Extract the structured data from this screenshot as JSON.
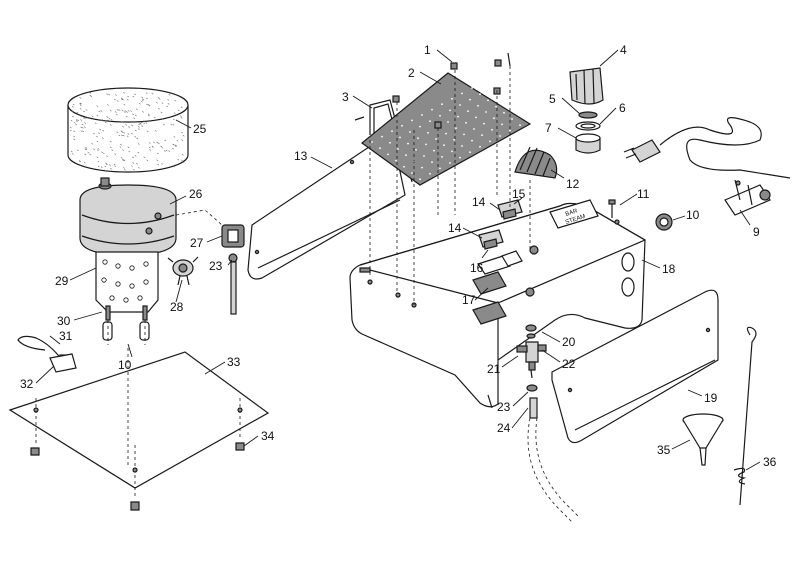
{
  "callouts": [
    {
      "id": "c1",
      "text": "1"
    },
    {
      "id": "c2",
      "text": "2"
    },
    {
      "id": "c3",
      "text": "3"
    },
    {
      "id": "c4",
      "text": "4"
    },
    {
      "id": "c5",
      "text": "5"
    },
    {
      "id": "c6",
      "text": "6"
    },
    {
      "id": "c7",
      "text": "7"
    },
    {
      "id": "c9",
      "text": "9"
    },
    {
      "id": "c10a",
      "text": "10"
    },
    {
      "id": "c10b",
      "text": "10"
    },
    {
      "id": "c11",
      "text": "11"
    },
    {
      "id": "c12",
      "text": "12"
    },
    {
      "id": "c13",
      "text": "13"
    },
    {
      "id": "c14a",
      "text": "14"
    },
    {
      "id": "c14b",
      "text": "14"
    },
    {
      "id": "c15",
      "text": "15"
    },
    {
      "id": "c16",
      "text": "16"
    },
    {
      "id": "c17",
      "text": "17"
    },
    {
      "id": "c18",
      "text": "18"
    },
    {
      "id": "c19",
      "text": "19"
    },
    {
      "id": "c20",
      "text": "20"
    },
    {
      "id": "c21",
      "text": "21"
    },
    {
      "id": "c22",
      "text": "22"
    },
    {
      "id": "c23a",
      "text": "23"
    },
    {
      "id": "c23b",
      "text": "23"
    },
    {
      "id": "c24",
      "text": "24"
    },
    {
      "id": "c25",
      "text": "25"
    },
    {
      "id": "c26",
      "text": "26"
    },
    {
      "id": "c27",
      "text": "27"
    },
    {
      "id": "c28",
      "text": "28"
    },
    {
      "id": "c29",
      "text": "29"
    },
    {
      "id": "c30",
      "text": "30"
    },
    {
      "id": "c31",
      "text": "31"
    },
    {
      "id": "c32",
      "text": "32"
    },
    {
      "id": "c33",
      "text": "33"
    },
    {
      "id": "c34",
      "text": "34"
    },
    {
      "id": "c35",
      "text": "35"
    },
    {
      "id": "c36",
      "text": "36"
    }
  ],
  "panel_text": {
    "line1": "BAR",
    "line2": "STEAM"
  }
}
